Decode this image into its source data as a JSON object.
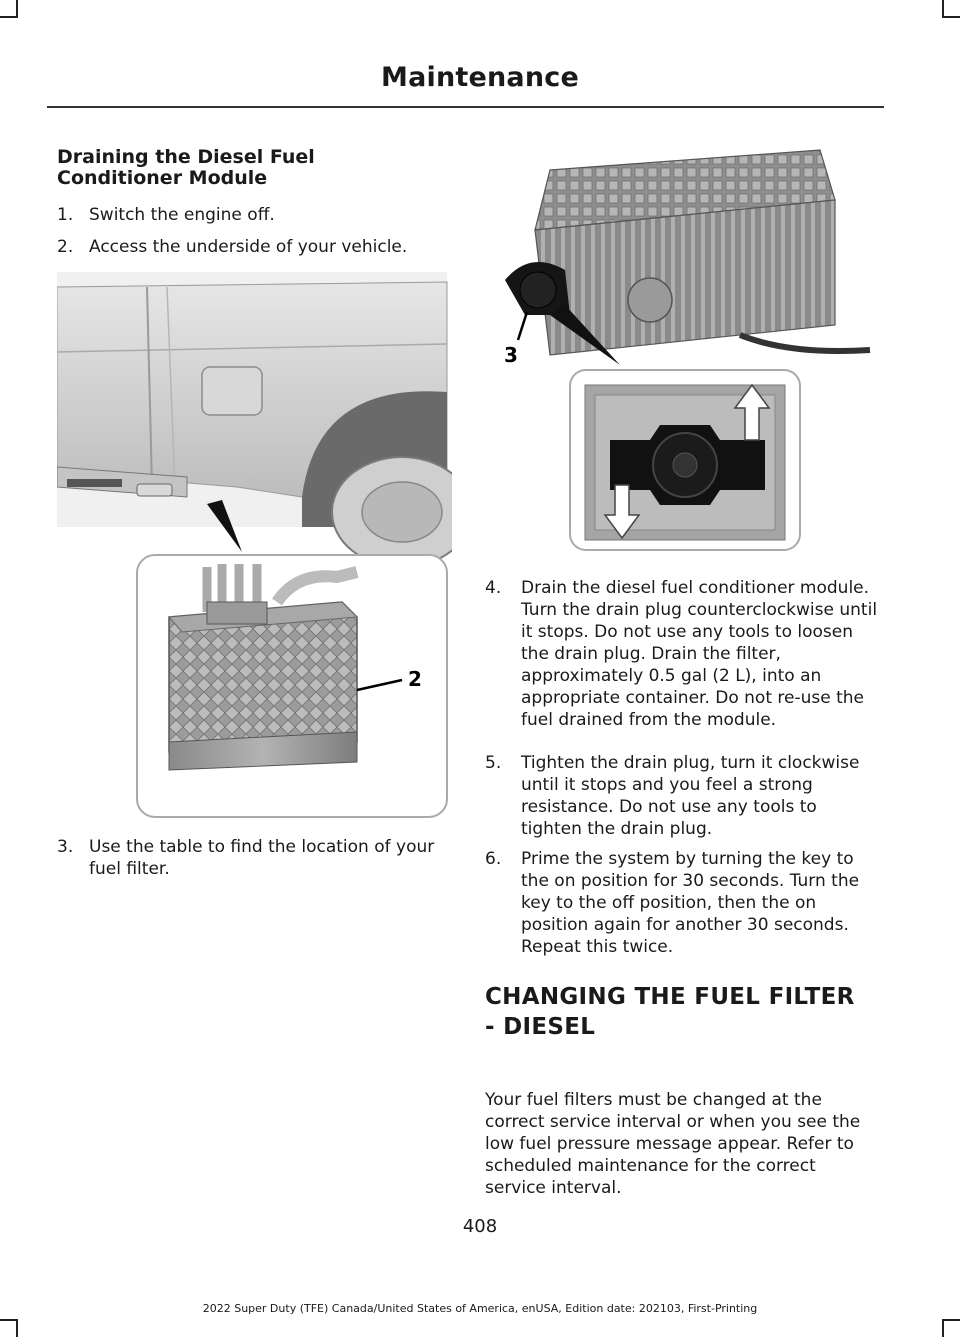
{
  "header": {
    "title": "Maintenance"
  },
  "section": {
    "heading": "Draining the Diesel Fuel Conditioner Module"
  },
  "steps_left": [
    {
      "num": "1.",
      "text": "Switch the engine off."
    },
    {
      "num": "2.",
      "text": "Access the underside of your vehicle."
    },
    {
      "num": "3.",
      "text": "Use the table to find the location of your fuel filter."
    }
  ],
  "steps_right": [
    {
      "num": "4.",
      "text": "Drain the diesel fuel conditioner module.  Turn the drain plug counterclockwise until it stops.  Do not use any tools to loosen the drain plug. Drain the filter, approximately 0.5 gal (2 L), into an appropriate container. Do not re-use the fuel drained from the module."
    },
    {
      "num": "5.",
      "text": "Tighten the drain plug, turn it clockwise until it stops and you feel a strong resistance.  Do not use any tools to tighten the drain plug."
    },
    {
      "num": "6.",
      "text": "Prime the system by turning the key to the on position for 30 seconds. Turn the key to the off position, then the on position again for another 30 seconds. Repeat this twice."
    }
  ],
  "changing": {
    "heading_line1": "CHANGING THE FUEL FILTER",
    "heading_line2": "- DIESEL",
    "body": "Your fuel filters must be changed at the correct service interval or when you see the low fuel pressure message appear. Refer to scheduled maintenance for the correct service interval."
  },
  "figures": {
    "truck_callout": "2",
    "module_callout": "3"
  },
  "page_number": "408",
  "footer": "2022 Super Duty (TFE) Canada/United States of America, enUSA, Edition date: 202103, First-Printing"
}
